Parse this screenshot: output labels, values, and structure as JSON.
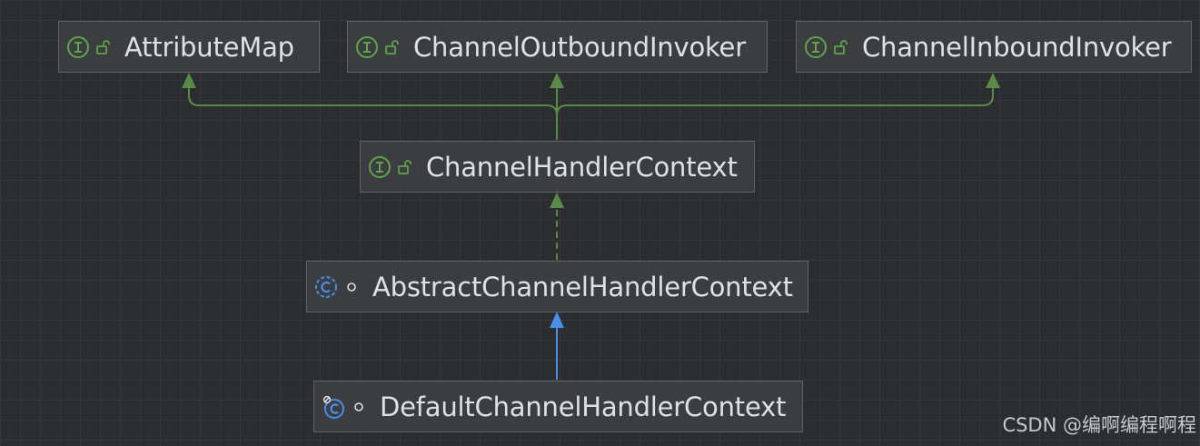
{
  "diagram": {
    "nodes": [
      {
        "id": "attribute_map",
        "name": "AttributeMap",
        "kind": "interface",
        "visibility": "public"
      },
      {
        "id": "channel_outbound_invoker",
        "name": "ChannelOutboundInvoker",
        "kind": "interface",
        "visibility": "public"
      },
      {
        "id": "channel_inbound_invoker",
        "name": "ChannelInboundInvoker",
        "kind": "interface",
        "visibility": "public"
      },
      {
        "id": "channel_handler_context",
        "name": "ChannelHandlerContext",
        "kind": "interface",
        "visibility": "public"
      },
      {
        "id": "abstract_channel_handler_context",
        "name": "AbstractChannelHandlerContext",
        "kind": "abstract-class",
        "visibility": "package-private"
      },
      {
        "id": "default_channel_handler_context",
        "name": "DefaultChannelHandlerContext",
        "kind": "final-class",
        "visibility": "package-private"
      }
    ],
    "edges": [
      {
        "from": "channel_handler_context",
        "to": "attribute_map",
        "relation": "extends-interface"
      },
      {
        "from": "channel_handler_context",
        "to": "channel_outbound_invoker",
        "relation": "extends-interface"
      },
      {
        "from": "channel_handler_context",
        "to": "channel_inbound_invoker",
        "relation": "extends-interface"
      },
      {
        "from": "abstract_channel_handler_context",
        "to": "channel_handler_context",
        "relation": "implements"
      },
      {
        "from": "default_channel_handler_context",
        "to": "abstract_channel_handler_context",
        "relation": "extends-class"
      }
    ],
    "colors": {
      "interface_edge": "#5a8a48",
      "class_edge": "#4b8ee8",
      "interface_icon": "#5fa34a",
      "class_icon": "#4a8de8",
      "node_fill": "#3b3d40",
      "node_border": "#5f6267",
      "canvas": "#2b2d30"
    }
  },
  "watermark": "CSDN @编啊编程啊程"
}
